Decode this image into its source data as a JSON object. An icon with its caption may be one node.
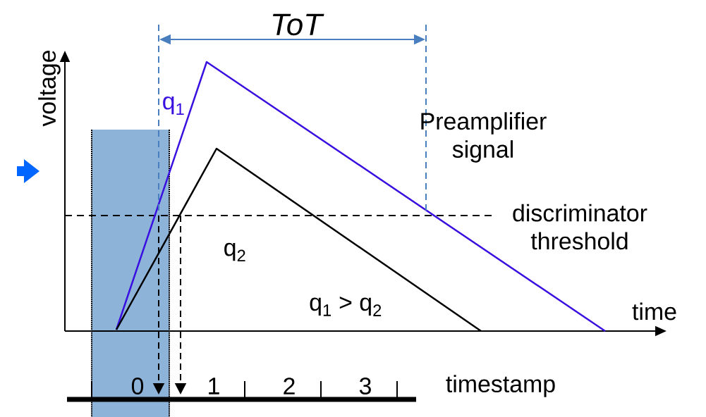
{
  "diagram": {
    "labels": [
      "ToT",
      "voltage",
      "q$_{1}$",
      "Preamplifier signal",
      "discriminator threshold",
      "q$_{2}$",
      "q$_{1}$ > q$_{2}$",
      "time",
      "0",
      "1",
      "2",
      "3",
      "timestamp"
    ]
  }
}
